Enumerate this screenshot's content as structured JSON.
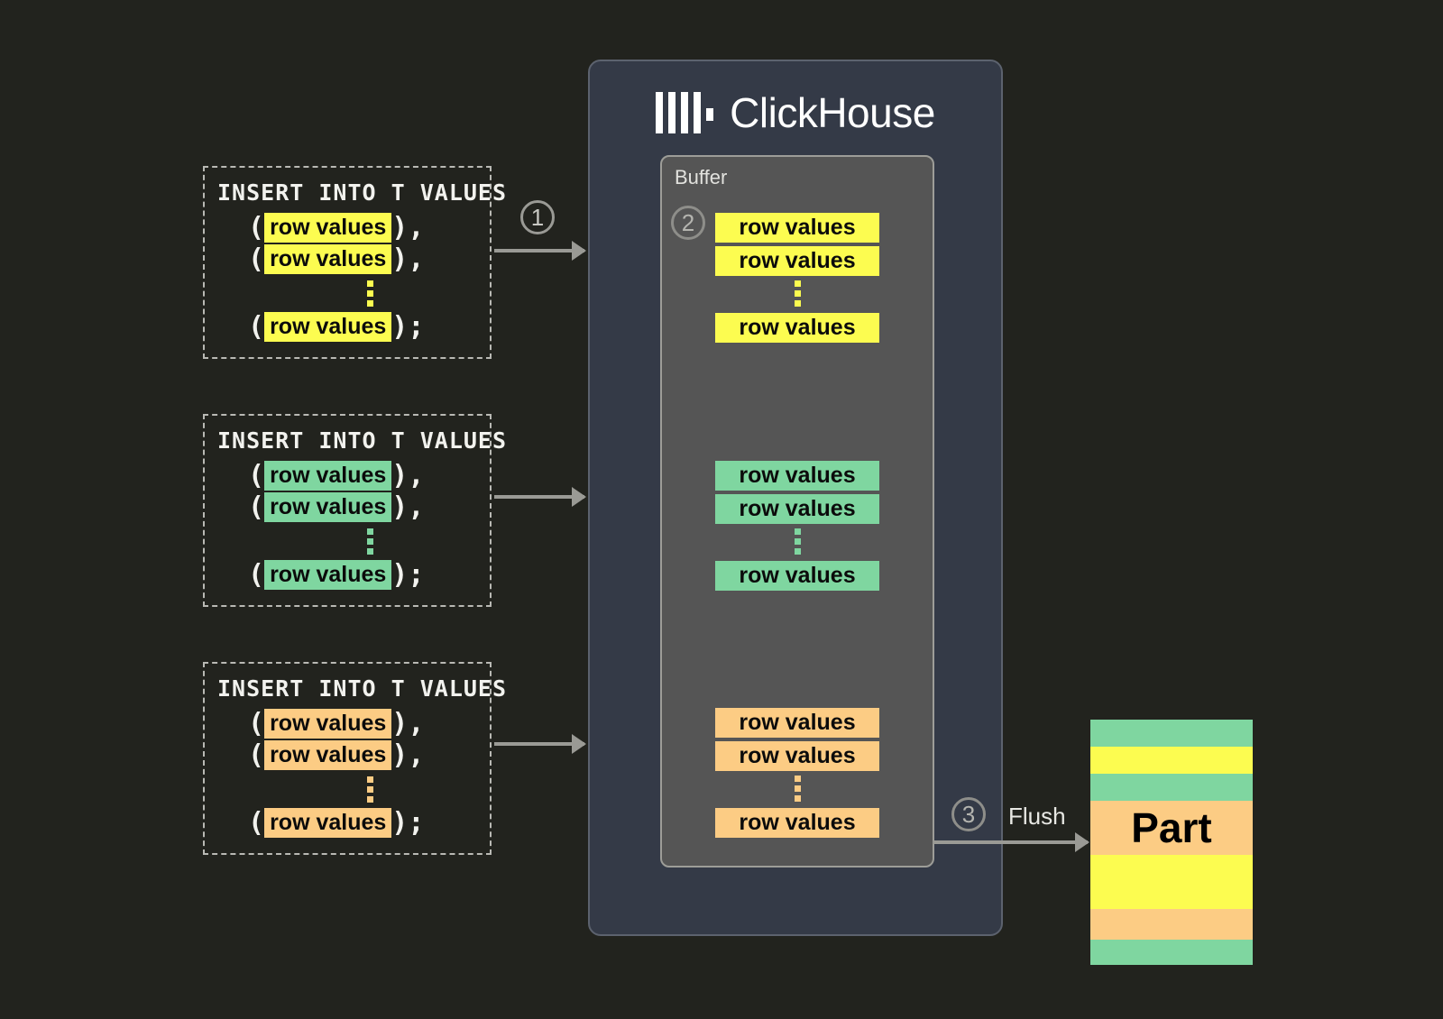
{
  "background_color": "#22231e",
  "colors": {
    "yellow": "#fcfc50",
    "green": "#7fd6a0",
    "orange": "#fccc84",
    "clickhouse_panel": "#343a47",
    "buffer_panel": "#555555",
    "arrow": "#9a9a95",
    "text_light": "#f2f2ee"
  },
  "inserts": [
    {
      "header": "INSERT INTO T VALUES",
      "color_key": "yellow",
      "lines": [
        {
          "open": "(",
          "chip": "row values",
          "close": "),"
        },
        {
          "open": "(",
          "chip": "row values",
          "close": "),"
        },
        {
          "open": "(",
          "chip": "row values",
          "close": ");"
        }
      ]
    },
    {
      "header": "INSERT INTO T VALUES",
      "color_key": "green",
      "lines": [
        {
          "open": "(",
          "chip": "row values",
          "close": "),"
        },
        {
          "open": "(",
          "chip": "row values",
          "close": "),"
        },
        {
          "open": "(",
          "chip": "row values",
          "close": ");"
        }
      ]
    },
    {
      "header": "INSERT INTO T VALUES",
      "color_key": "orange",
      "lines": [
        {
          "open": "(",
          "chip": "row values",
          "close": "),"
        },
        {
          "open": "(",
          "chip": "row values",
          "close": "),"
        },
        {
          "open": "(",
          "chip": "row values",
          "close": ");"
        }
      ]
    }
  ],
  "steps": {
    "one": "1",
    "two": "2",
    "three": "3"
  },
  "clickhouse": {
    "title": "ClickHouse",
    "logo_name": "clickhouse-logo"
  },
  "buffer": {
    "label": "Buffer",
    "groups": [
      {
        "color_key": "yellow",
        "rows": [
          "row values",
          "row values",
          "row values"
        ]
      },
      {
        "color_key": "green",
        "rows": [
          "row values",
          "row values",
          "row values"
        ]
      },
      {
        "color_key": "orange",
        "rows": [
          "row values",
          "row values",
          "row values"
        ]
      }
    ]
  },
  "flush": {
    "label": "Flush"
  },
  "part": {
    "label": "Part",
    "stripes": [
      {
        "color_key": "green",
        "height": 30
      },
      {
        "color_key": "yellow",
        "height": 30
      },
      {
        "color_key": "green",
        "height": 30
      },
      {
        "color_key": "orange",
        "height": 60
      },
      {
        "color_key": "yellow",
        "height": 60
      },
      {
        "color_key": "orange",
        "height": 34
      },
      {
        "color_key": "green",
        "height": 28
      }
    ]
  }
}
